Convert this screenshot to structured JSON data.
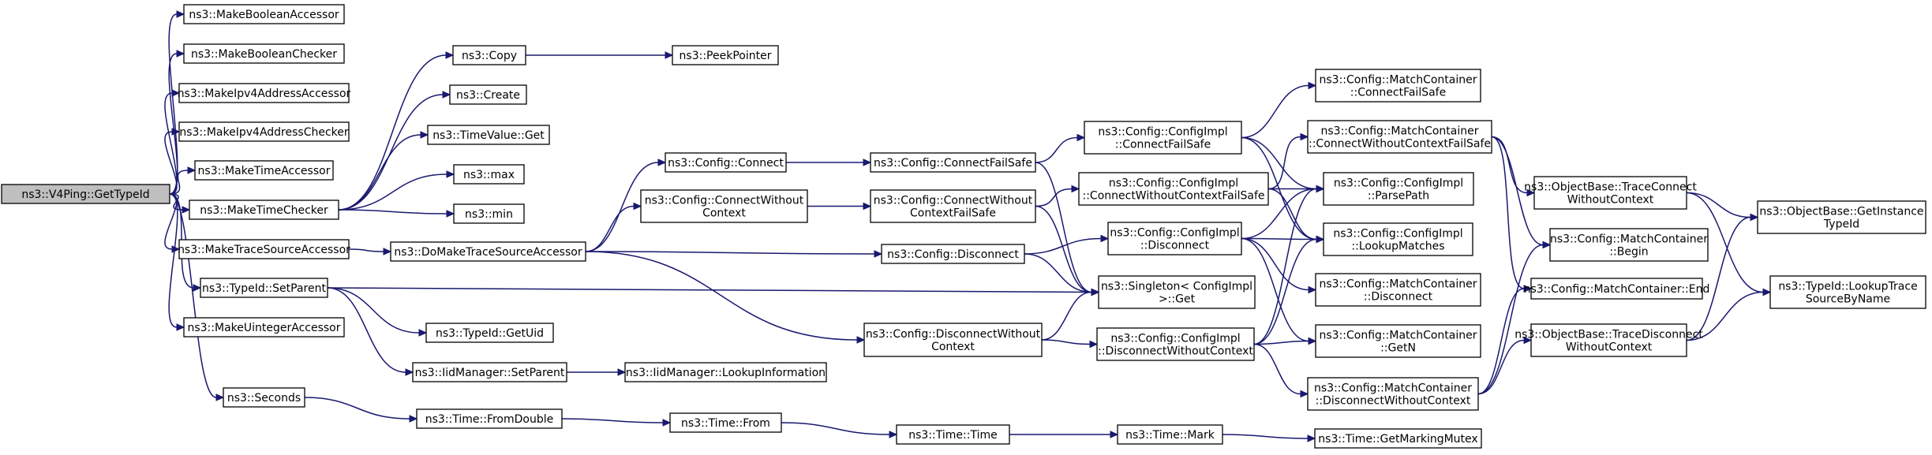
{
  "colors": {
    "edge": "#191970",
    "root_fill": "#bfbfbf",
    "node_fill": "#ffffff",
    "border": "#000000"
  },
  "nodes": [
    {
      "id": "root",
      "lines": [
        "ns3::V4Ping::GetTypeId"
      ]
    },
    {
      "id": "mba",
      "lines": [
        "ns3::MakeBooleanAccessor"
      ]
    },
    {
      "id": "mbc",
      "lines": [
        "ns3::MakeBooleanChecker"
      ]
    },
    {
      "id": "miaa",
      "lines": [
        "ns3::MakeIpv4AddressAccessor"
      ]
    },
    {
      "id": "miac",
      "lines": [
        "ns3::MakeIpv4AddressChecker"
      ]
    },
    {
      "id": "mta",
      "lines": [
        "ns3::MakeTimeAccessor"
      ]
    },
    {
      "id": "mtc",
      "lines": [
        "ns3::MakeTimeChecker"
      ]
    },
    {
      "id": "mtsa",
      "lines": [
        "ns3::MakeTraceSourceAccessor"
      ]
    },
    {
      "id": "tisp",
      "lines": [
        "ns3::TypeId::SetParent"
      ]
    },
    {
      "id": "mua",
      "lines": [
        "ns3::MakeUintegerAccessor"
      ]
    },
    {
      "id": "sec",
      "lines": [
        "ns3::Seconds"
      ]
    },
    {
      "id": "copy",
      "lines": [
        "ns3::Copy"
      ]
    },
    {
      "id": "peek",
      "lines": [
        "ns3::PeekPointer"
      ]
    },
    {
      "id": "create",
      "lines": [
        "ns3::Create"
      ]
    },
    {
      "id": "tvget",
      "lines": [
        "ns3::TimeValue::Get"
      ]
    },
    {
      "id": "max",
      "lines": [
        "ns3::max"
      ]
    },
    {
      "id": "min",
      "lines": [
        "ns3::min"
      ]
    },
    {
      "id": "dmtsa",
      "lines": [
        "ns3::DoMakeTraceSourceAccessor"
      ]
    },
    {
      "id": "getuid",
      "lines": [
        "ns3::TypeId::GetUid"
      ]
    },
    {
      "id": "iidsp",
      "lines": [
        "ns3::IidManager::SetParent"
      ]
    },
    {
      "id": "iidli",
      "lines": [
        "ns3::IidManager::LookupInformation"
      ]
    },
    {
      "id": "tfd",
      "lines": [
        "ns3::Time::FromDouble"
      ]
    },
    {
      "id": "tfrom",
      "lines": [
        "ns3::Time::From"
      ]
    },
    {
      "id": "ttime",
      "lines": [
        "ns3::Time::Time"
      ]
    },
    {
      "id": "tmark",
      "lines": [
        "ns3::Time::Mark"
      ]
    },
    {
      "id": "tgmm",
      "lines": [
        "ns3::Time::GetMarkingMutex"
      ]
    },
    {
      "id": "cconn",
      "lines": [
        "ns3::Config::Connect"
      ]
    },
    {
      "id": "ccwc",
      "lines": [
        "ns3::Config::ConnectWithout",
        "Context"
      ]
    },
    {
      "id": "cdisc",
      "lines": [
        "ns3::Config::Disconnect"
      ]
    },
    {
      "id": "cdwc",
      "lines": [
        "ns3::Config::DisconnectWithout",
        "Context"
      ]
    },
    {
      "id": "ccfs",
      "lines": [
        "ns3::Config::ConnectFailSafe"
      ]
    },
    {
      "id": "ccwcfs",
      "lines": [
        "ns3::Config::ConnectWithout",
        "ContextFailSafe"
      ]
    },
    {
      "id": "ciccfs",
      "lines": [
        "ns3::Config::ConfigImpl",
        "::ConnectFailSafe"
      ]
    },
    {
      "id": "ciccwcfs",
      "lines": [
        "ns3::Config::ConfigImpl",
        "::ConnectWithoutContextFailSafe"
      ]
    },
    {
      "id": "cidisc",
      "lines": [
        "ns3::Config::ConfigImpl",
        "::Disconnect"
      ]
    },
    {
      "id": "cidwc",
      "lines": [
        "ns3::Config::ConfigImpl",
        "::DisconnectWithoutContext"
      ]
    },
    {
      "id": "singget",
      "lines": [
        "ns3::Singleton< ConfigImpl",
        ">::Get"
      ]
    },
    {
      "id": "mccfs",
      "lines": [
        "ns3::Config::MatchContainer",
        "::ConnectFailSafe"
      ]
    },
    {
      "id": "mccwcfs",
      "lines": [
        "ns3::Config::MatchContainer",
        "::ConnectWithoutContextFailSafe"
      ]
    },
    {
      "id": "cipp",
      "lines": [
        "ns3::Config::ConfigImpl",
        "::ParsePath"
      ]
    },
    {
      "id": "cilm",
      "lines": [
        "ns3::Config::ConfigImpl",
        "::LookupMatches"
      ]
    },
    {
      "id": "mcdisc",
      "lines": [
        "ns3::Config::MatchContainer",
        "::Disconnect"
      ]
    },
    {
      "id": "mcgetn",
      "lines": [
        "ns3::Config::MatchContainer",
        "::GetN"
      ]
    },
    {
      "id": "mcdwc",
      "lines": [
        "ns3::Config::MatchContainer",
        "::DisconnectWithoutContext"
      ]
    },
    {
      "id": "obtcwc",
      "lines": [
        "ns3::ObjectBase::TraceConnect",
        "WithoutContext"
      ]
    },
    {
      "id": "mcbegin",
      "lines": [
        "ns3::Config::MatchContainer",
        "::Begin"
      ]
    },
    {
      "id": "mcend",
      "lines": [
        "ns3::Config::MatchContainer::End"
      ]
    },
    {
      "id": "obtdwc",
      "lines": [
        "ns3::ObjectBase::TraceDisconnect",
        "WithoutContext"
      ]
    },
    {
      "id": "obgit",
      "lines": [
        "ns3::ObjectBase::GetInstance",
        "TypeId"
      ]
    },
    {
      "id": "tilts",
      "lines": [
        "ns3::TypeId::LookupTrace",
        "SourceByName"
      ]
    }
  ],
  "edges": [
    [
      "root",
      "mba"
    ],
    [
      "root",
      "mbc"
    ],
    [
      "root",
      "miaa"
    ],
    [
      "root",
      "miac"
    ],
    [
      "root",
      "mta"
    ],
    [
      "root",
      "mtc"
    ],
    [
      "root",
      "mtsa"
    ],
    [
      "root",
      "tisp"
    ],
    [
      "root",
      "mua"
    ],
    [
      "root",
      "sec"
    ],
    [
      "mtc",
      "copy"
    ],
    [
      "mtc",
      "create"
    ],
    [
      "mtc",
      "tvget"
    ],
    [
      "mtc",
      "max"
    ],
    [
      "mtc",
      "min"
    ],
    [
      "copy",
      "peek"
    ],
    [
      "mtsa",
      "dmtsa"
    ],
    [
      "tisp",
      "singget"
    ],
    [
      "tisp",
      "getuid"
    ],
    [
      "tisp",
      "iidsp"
    ],
    [
      "iidsp",
      "iidli"
    ],
    [
      "sec",
      "tfd"
    ],
    [
      "tfd",
      "tfrom"
    ],
    [
      "tfrom",
      "ttime"
    ],
    [
      "ttime",
      "tmark"
    ],
    [
      "tmark",
      "tgmm"
    ],
    [
      "dmtsa",
      "cconn"
    ],
    [
      "dmtsa",
      "ccwc"
    ],
    [
      "dmtsa",
      "cdisc"
    ],
    [
      "dmtsa",
      "cdwc"
    ],
    [
      "cconn",
      "ccfs"
    ],
    [
      "ccwc",
      "ccwcfs"
    ],
    [
      "cdisc",
      "cidisc"
    ],
    [
      "cdisc",
      "singget"
    ],
    [
      "cdwc",
      "cidwc"
    ],
    [
      "cdwc",
      "singget"
    ],
    [
      "ccfs",
      "ciccfs"
    ],
    [
      "ccfs",
      "singget"
    ],
    [
      "ccwcfs",
      "ciccwcfs"
    ],
    [
      "ccwcfs",
      "singget"
    ],
    [
      "ciccfs",
      "mccfs"
    ],
    [
      "ciccfs",
      "cipp"
    ],
    [
      "ciccfs",
      "cilm"
    ],
    [
      "ciccwcfs",
      "mccwcfs"
    ],
    [
      "ciccwcfs",
      "cipp"
    ],
    [
      "ciccwcfs",
      "cilm"
    ],
    [
      "cidisc",
      "cipp"
    ],
    [
      "cidisc",
      "cilm"
    ],
    [
      "cidisc",
      "mcdisc"
    ],
    [
      "cidisc",
      "mcgetn"
    ],
    [
      "cidwc",
      "cipp"
    ],
    [
      "cidwc",
      "cilm"
    ],
    [
      "cidwc",
      "mcgetn"
    ],
    [
      "cidwc",
      "mcdwc"
    ],
    [
      "mccwcfs",
      "obtcwc"
    ],
    [
      "mccwcfs",
      "mcbegin"
    ],
    [
      "mccwcfs",
      "mcend"
    ],
    [
      "mcdwc",
      "obtdwc"
    ],
    [
      "mcdwc",
      "mcbegin"
    ],
    [
      "mcdwc",
      "mcend"
    ],
    [
      "obtcwc",
      "obgit"
    ],
    [
      "obtcwc",
      "tilts"
    ],
    [
      "obtdwc",
      "obgit"
    ],
    [
      "obtdwc",
      "tilts"
    ]
  ]
}
